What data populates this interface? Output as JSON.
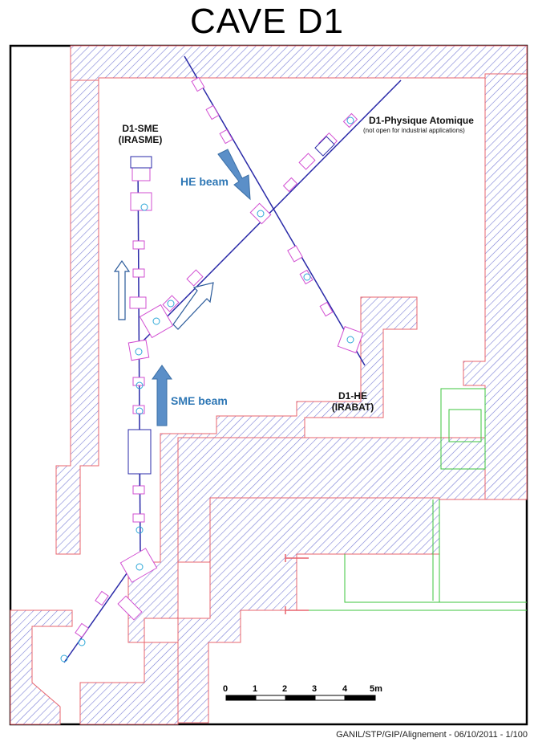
{
  "title": "CAVE D1",
  "labels": {
    "sme_line1": "D1-SME",
    "sme_line2": "(IRASME)",
    "pa_title": "D1-Physique Atomique",
    "pa_note": "(not open for industrial applications)",
    "he_line1": "D1-HE",
    "he_line2": "(IRABAT)",
    "he_beam": "HE beam",
    "sme_beam": "SME beam"
  },
  "scale": {
    "ticks": [
      "0",
      "1",
      "2",
      "3",
      "4",
      "5m"
    ]
  },
  "footer": "GANIL/STP/GIP/Alignement  -  06/10/2011  -  1/100",
  "colors": {
    "walls": "#e8646e",
    "hatch": "#7b7fd6",
    "beamline": "#2a2aa8",
    "magnet": "#d24fd2",
    "beam_arrow": "#5b8fc8",
    "beam_text": "#2e77b5",
    "annex": "#3cc63c"
  }
}
